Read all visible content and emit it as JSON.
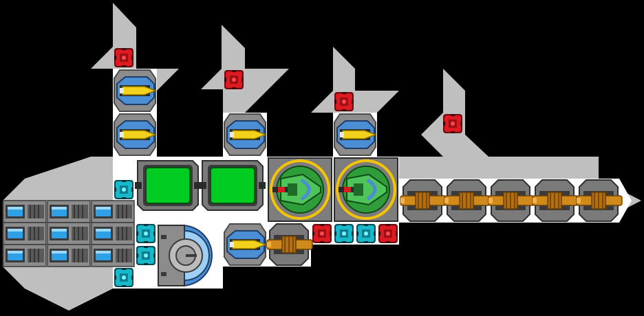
{
  "game": {
    "mode": "ship-builder",
    "palette": {
      "background": "#000000",
      "hull": "#bfbfbf",
      "floor": "#ffffff",
      "plating": "#8c8c8c",
      "dark_plating": "#3a3a3a",
      "green_panel": "#00cc22",
      "red_node": "#dd1a22",
      "cyan_node": "#17b8cc",
      "gold_gun": "#d08a1c",
      "yellow_missile": "#f2d21c",
      "blue_trim": "#4a8fd6",
      "battery_blue": "#2ea0e6",
      "alien_green": "#2f9e3a",
      "ring_yellow": "#f5c400"
    },
    "ship": {
      "name": "",
      "modules": [
        {
          "kind": "armor-node",
          "color": "red"
        },
        {
          "kind": "armor-node",
          "color": "red"
        },
        {
          "kind": "armor-node",
          "color": "red"
        },
        {
          "kind": "armor-node",
          "color": "red"
        },
        {
          "kind": "armor-node",
          "color": "red"
        },
        {
          "kind": "armor-node",
          "color": "red"
        },
        {
          "kind": "shield-node",
          "color": "cyan"
        },
        {
          "kind": "shield-node",
          "color": "cyan"
        },
        {
          "kind": "shield-node",
          "color": "cyan"
        },
        {
          "kind": "shield-node",
          "color": "cyan"
        },
        {
          "kind": "shield-node",
          "color": "cyan"
        },
        {
          "kind": "shield-node",
          "color": "cyan"
        },
        {
          "kind": "missile-launcher",
          "count": 5
        },
        {
          "kind": "hangar-bay",
          "count": 2
        },
        {
          "kind": "alien-turret",
          "count": 2
        },
        {
          "kind": "cannon",
          "count": 6
        },
        {
          "kind": "battery-cell",
          "count": 9
        },
        {
          "kind": "reactor-core",
          "count": 1
        }
      ]
    }
  }
}
